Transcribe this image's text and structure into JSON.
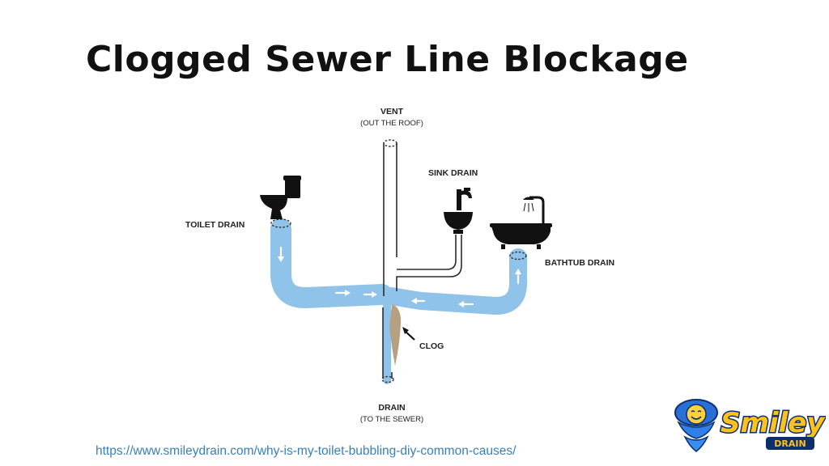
{
  "title": "Clogged Sewer Line Blockage",
  "diagram": {
    "labels": {
      "vent": "VENT",
      "vent_sub": "(OUT THE ROOF)",
      "sink": "SINK DRAIN",
      "toilet": "TOILET DRAIN",
      "bathtub": "BATHTUB DRAIN",
      "clog": "CLOG",
      "drain": "DRAIN",
      "drain_sub": "(TO THE SEWER)"
    },
    "colors": {
      "water": "#8fc3ea",
      "clog": "#b5a081",
      "fixture": "#111111"
    }
  },
  "source_url": "https://www.smileydrain.com/why-is-my-toilet-bubbling-diy-common-causes/",
  "logo": {
    "line1": "Smiley",
    "line2": "DRAIN"
  }
}
